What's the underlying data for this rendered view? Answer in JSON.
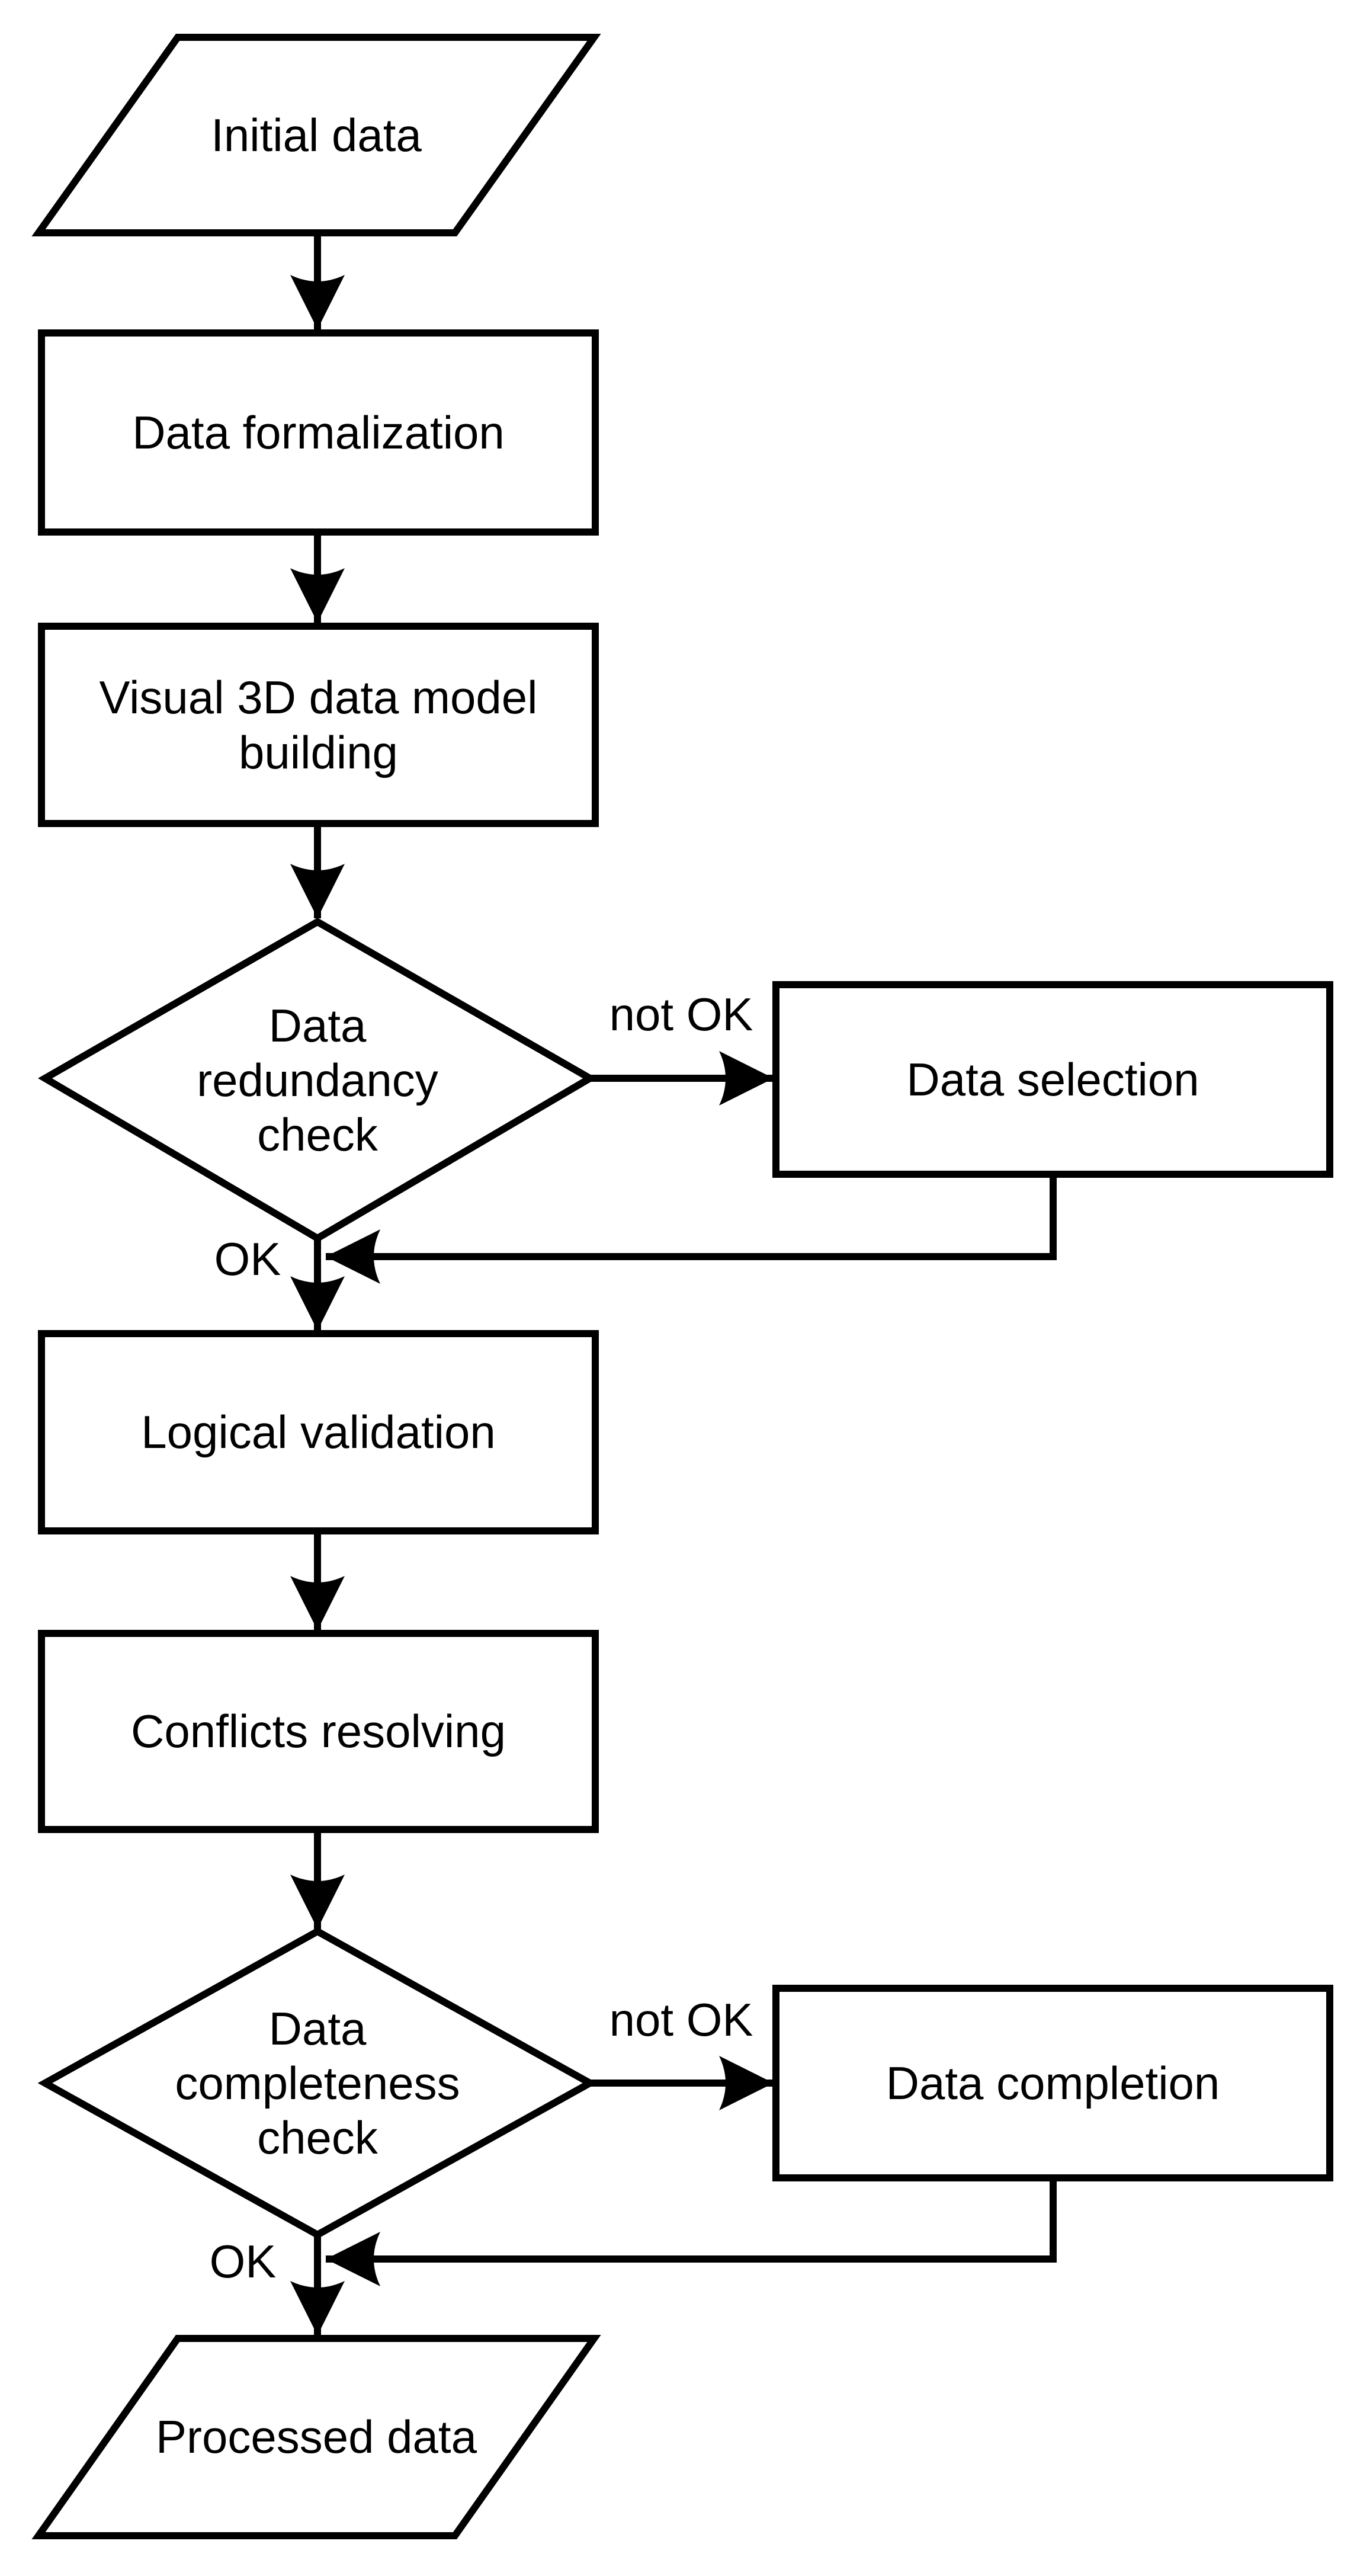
{
  "figure": {
    "type": "flowchart",
    "colors": {
      "background": "#ffffff",
      "stroke": "#000000",
      "text": "#000000"
    },
    "nodes": {
      "initial_data": {
        "shape": "parallelogram-io",
        "label": "Initial data"
      },
      "data_formalization": {
        "shape": "process-rectangle",
        "label": "Data formalization"
      },
      "visual_3d_model_building": {
        "shape": "process-rectangle",
        "label": "Visual 3D data model\nbuilding"
      },
      "data_redundancy_check": {
        "shape": "decision-diamond",
        "label": "Data\nredundancy\ncheck"
      },
      "data_selection": {
        "shape": "process-rectangle",
        "label": "Data selection"
      },
      "logical_validation": {
        "shape": "process-rectangle",
        "label": "Logical validation"
      },
      "conflicts_resolving": {
        "shape": "process-rectangle",
        "label": "Conflicts resolving"
      },
      "data_completeness_check": {
        "shape": "decision-diamond",
        "label": "Data\ncompleteness\ncheck"
      },
      "data_completion": {
        "shape": "process-rectangle",
        "label": "Data completion"
      },
      "processed_data": {
        "shape": "parallelogram-io",
        "label": "Processed data"
      }
    },
    "edge_labels": {
      "redundancy_not_ok": "not OK",
      "redundancy_ok": "OK",
      "completeness_not_ok": "not OK",
      "completeness_ok": "OK"
    }
  }
}
